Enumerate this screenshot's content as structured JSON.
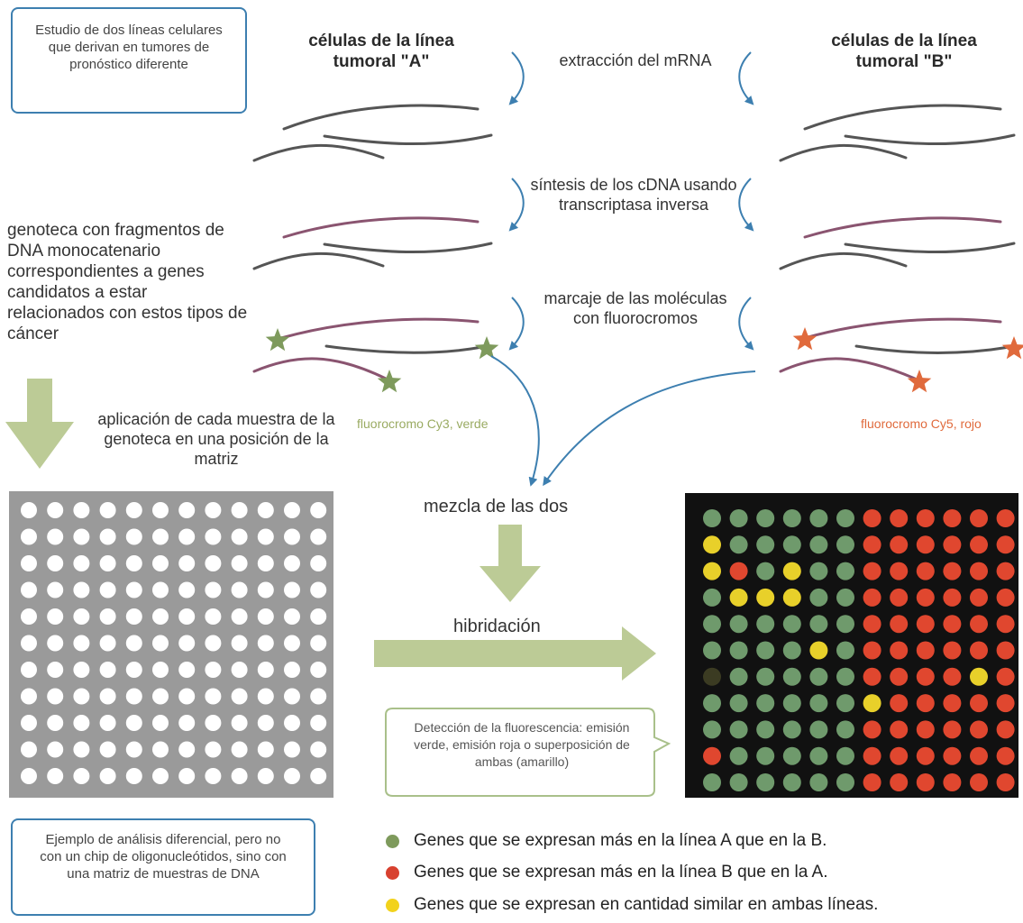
{
  "intro_box": "Estudio de dos líneas celulares que derivan en tumores de pronóstico diferente",
  "cells_a": "células de la línea tumoral \"A\"",
  "cells_b": "células de la línea tumoral \"B\"",
  "step_extraction": "extracción del mRNA",
  "step_synthesis": "síntesis de los cDNA usando transcriptasa inversa",
  "step_labeling": "marcaje de las moléculas con fluorocromos",
  "library_text": "genoteca con fragmentos de DNA monocatenario correspondientes a genes candidatos a estar relacionados con estos tipos de cáncer",
  "application_text": "aplicación de cada muestra de la genoteca en una posición de la matriz",
  "fluor_green": "fluorocromo Cy3, verde",
  "fluor_red": "fluorocromo Cy5, rojo",
  "mix_text": "mezcla de las dos",
  "hybrid_text": "hibridación",
  "detection_box": "Detección de la fluorescencia: emisión verde, emisión roja o superposición de ambas (amarillo)",
  "example_box": "Ejemplo de análisis diferencial, pero no con un chip de oligonucleótidos, sino con una matriz de muestras de DNA",
  "legend": [
    {
      "label": "Genes que se expresan más en la línea A que en la B.",
      "color": "#7e9a5c"
    },
    {
      "label": "Genes que se expresan más en la línea B que en la A.",
      "color": "#d8412f"
    },
    {
      "label": "Genes que se expresan en cantidad similar en ambas líneas.",
      "color": "#f2d21c"
    }
  ],
  "colors": {
    "arrow_green": "#bccb96",
    "blue_arrow": "#3d7fb0",
    "strand_gray": "#555555",
    "strand_purple": "#8a5470",
    "star_green": "#7e9a5c",
    "star_red": "#e06a3c",
    "matrix_bg": "#9a9a9a",
    "chip_bg": "#111111"
  },
  "chip_pattern": [
    "GGGGGGRRRRRR",
    "YGGGGGRRRRRR",
    "YRGYGGRRRRRR",
    "GYYYGGRRRRRR",
    "GGGGGGRRRRRR",
    "GGGGYGRRRRRR",
    "DGGGGGRRRRYR",
    "GGGGGGYRRRRR",
    "GGGGGGRRRRRR",
    "RGGGGGRRRRRR",
    "GGGGGGRRRRRR"
  ]
}
